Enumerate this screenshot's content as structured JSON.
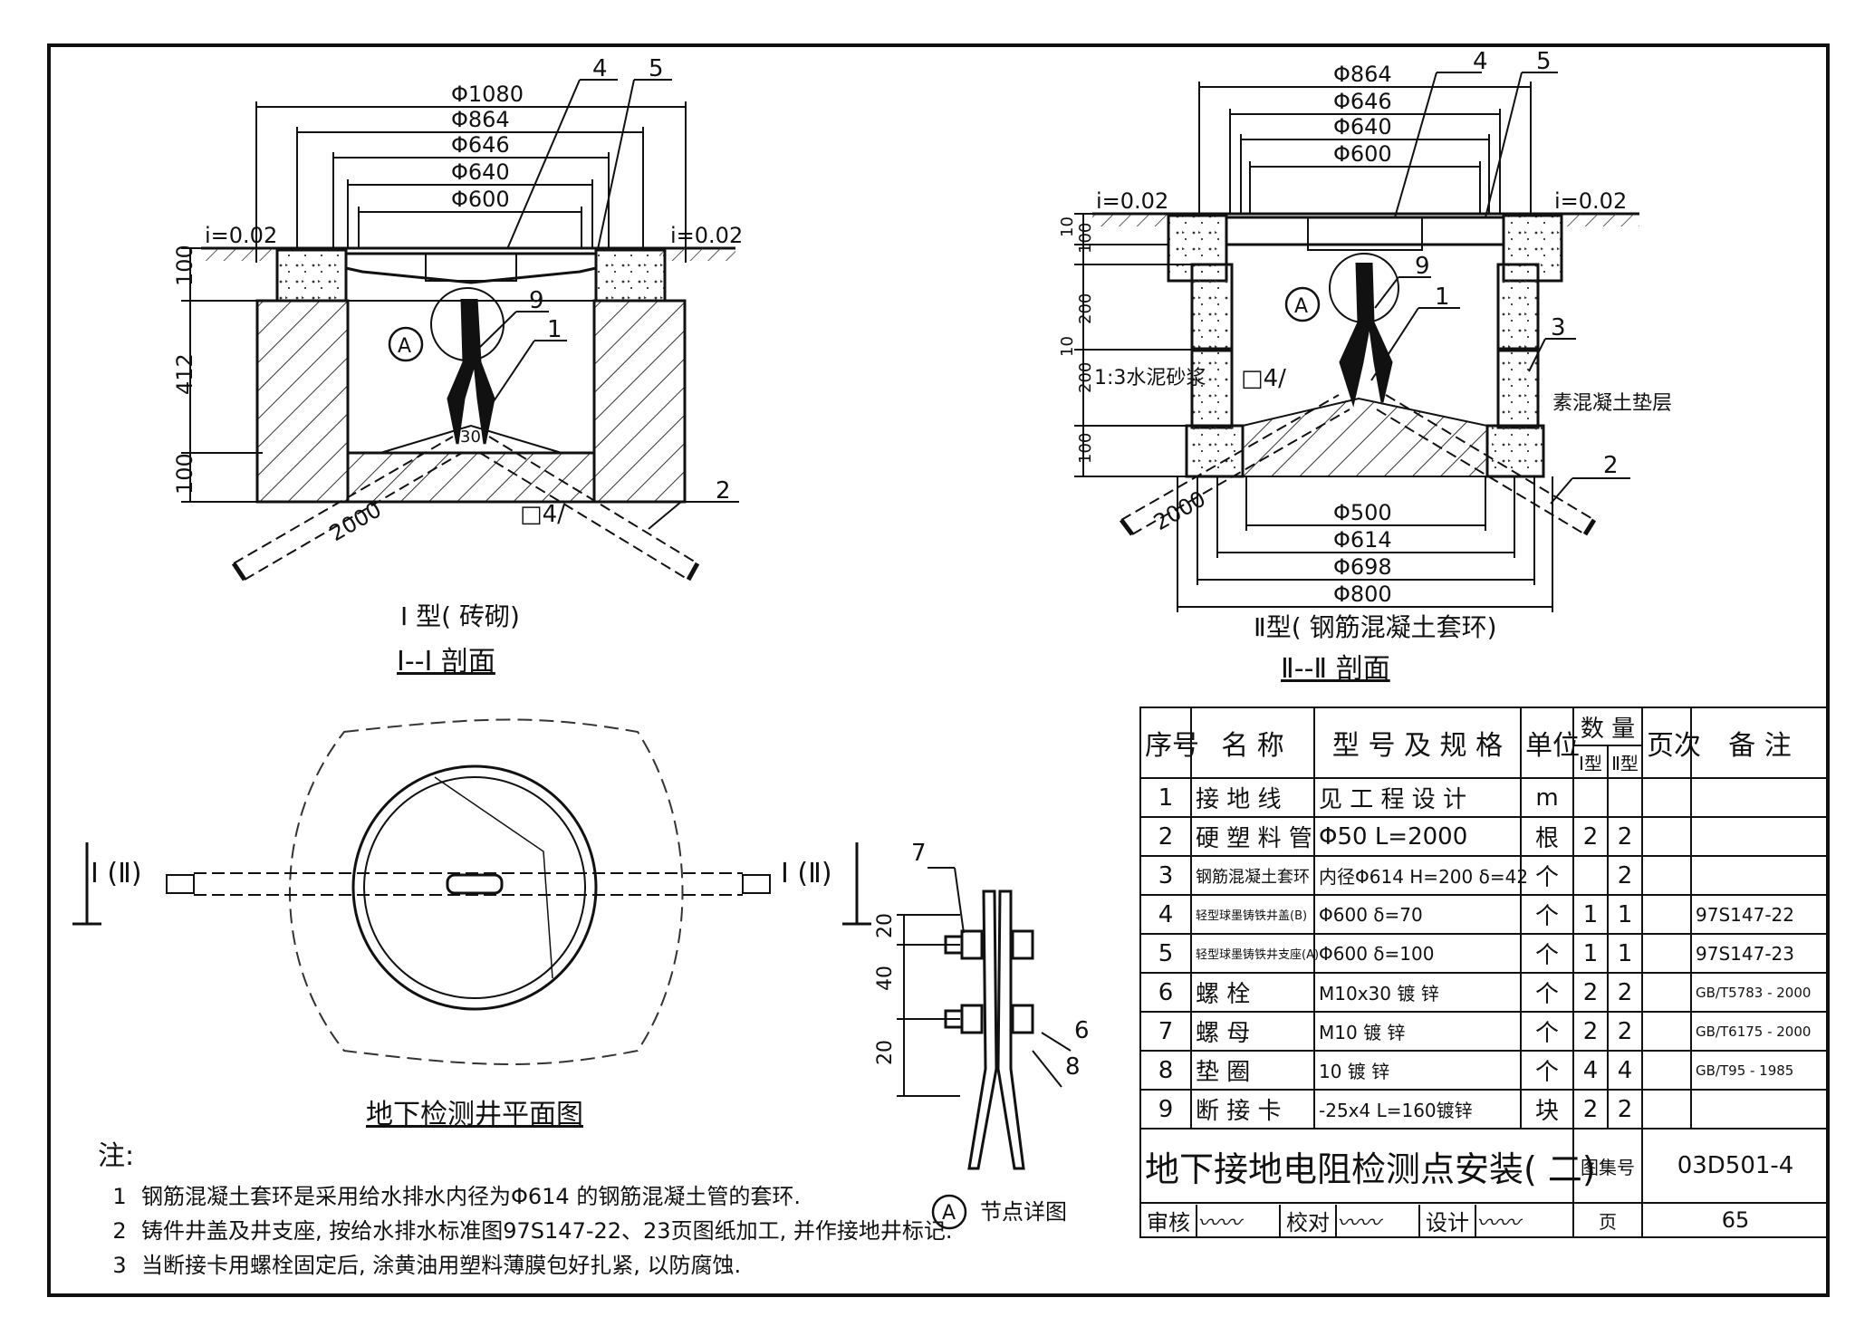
{
  "section1": {
    "dims_top": [
      "Φ1080",
      "Φ864",
      "Φ646",
      "Φ640",
      "Φ600"
    ],
    "slope_left": "i=0.02",
    "slope_right": "i=0.02",
    "dims_side": [
      "100",
      "412",
      "100"
    ],
    "pipe_len": "2000",
    "callouts": [
      "4",
      "5",
      "9",
      "1",
      "2"
    ],
    "detail_ref": "A",
    "angle_mark": "30",
    "marker": "□4∕",
    "type_label": "Ⅰ 型( 砖砌)",
    "section_label": "Ⅰ--Ⅰ 剖面"
  },
  "section2": {
    "dims_top": [
      "Φ864",
      "Φ646",
      "Φ640",
      "Φ600"
    ],
    "slope_left": "i=0.02",
    "slope_right": "i=0.02",
    "dims_side": [
      "10",
      "100",
      "200",
      "10",
      "10",
      "200",
      "100"
    ],
    "dims_bottom": [
      "Φ500",
      "Φ614",
      "Φ698",
      "Φ800"
    ],
    "pipe_len": "2000",
    "callouts": [
      "4",
      "5",
      "9",
      "1",
      "3",
      "2"
    ],
    "detail_ref": "A",
    "mortar": "1:3水泥砂浆",
    "cushion": "素混凝土垫层",
    "marker": "□4∕",
    "type_label": "Ⅱ型( 钢筋混凝土套环)",
    "section_label": "Ⅱ--Ⅱ 剖面"
  },
  "plan": {
    "left_mark": "Ⅰ (Ⅱ)",
    "right_mark": "Ⅰ (Ⅱ)",
    "title": "地下检测井平面图"
  },
  "detail": {
    "dims": [
      "20",
      "40",
      "20"
    ],
    "callouts": [
      "7",
      "6",
      "8"
    ],
    "ref": "A",
    "title": "节点详图"
  },
  "notes": {
    "label": "注:",
    "items": [
      {
        "num": "1",
        "text": "钢筋混凝土套环是采用给水排水内径为Φ614 的钢筋混凝土管的套环."
      },
      {
        "num": "2",
        "text": "铸件井盖及井支座, 按给水排水标准图97S147-22、23页图纸加工, 并作接地井标记."
      },
      {
        "num": "3",
        "text": "当断接卡用螺栓固定后, 涂黄油用塑料薄膜包好扎紧, 以防腐蚀."
      }
    ]
  },
  "table": {
    "headers": {
      "seq": "序号",
      "name": "名  称",
      "spec": "型 号 及 规 格",
      "unit": "单位",
      "qty": "数 量",
      "qty1": "Ⅰ型",
      "qty2": "Ⅱ型",
      "page": "页次",
      "remark": "备  注"
    },
    "rows": [
      {
        "seq": "1",
        "name": "接 地 线",
        "spec": "见 工 程 设 计",
        "unit": "m",
        "q1": "",
        "q2": "",
        "page": "",
        "remark": ""
      },
      {
        "seq": "2",
        "name": "硬 塑 料 管",
        "spec": "Φ50       L=2000",
        "unit": "根",
        "q1": "2",
        "q2": "2",
        "page": "",
        "remark": ""
      },
      {
        "seq": "3",
        "name": "钢筋混凝土套环",
        "spec": "内径Φ614  H=200  δ=42",
        "unit": "个",
        "q1": "",
        "q2": "2",
        "page": "",
        "remark": ""
      },
      {
        "seq": "4",
        "name": "轻型球墨铸铁井盖(B)",
        "spec": "Φ600           δ=70",
        "unit": "个",
        "q1": "1",
        "q2": "1",
        "page": "",
        "remark": "97S147-22"
      },
      {
        "seq": "5",
        "name": "轻型球墨铸铁井支座(A)",
        "spec": "Φ600          δ=100",
        "unit": "个",
        "q1": "1",
        "q2": "1",
        "page": "",
        "remark": "97S147-23"
      },
      {
        "seq": "6",
        "name": "螺  栓",
        "spec": "M10x30     镀 锌",
        "unit": "个",
        "q1": "2",
        "q2": "2",
        "page": "",
        "remark": "GB/T5783 - 2000"
      },
      {
        "seq": "7",
        "name": "螺  母",
        "spec": "M10          镀 锌",
        "unit": "个",
        "q1": "2",
        "q2": "2",
        "page": "",
        "remark": "GB/T6175 - 2000"
      },
      {
        "seq": "8",
        "name": "垫  圈",
        "spec": "10            镀 锌",
        "unit": "个",
        "q1": "4",
        "q2": "4",
        "page": "",
        "remark": "GB/T95 - 1985"
      },
      {
        "seq": "9",
        "name": "断 接 卡",
        "spec": "-25x4  L=160镀锌",
        "unit": "块",
        "q1": "2",
        "q2": "2",
        "page": "",
        "remark": ""
      }
    ],
    "title": "地下接地电阻检测点安装( 二)",
    "atlas_label": "图集号",
    "atlas_no": "03D501-4",
    "sig_review": "审核",
    "sig_check": "校对",
    "sig_design": "设计",
    "page_label": "页",
    "page_no": "65"
  }
}
